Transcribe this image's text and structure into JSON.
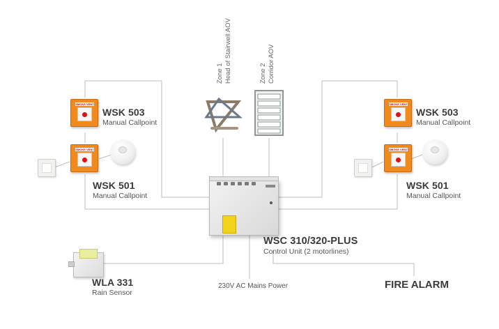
{
  "left": {
    "wsk503": {
      "title": "WSK 503",
      "sub": "Manual Callpoint"
    },
    "wsk501": {
      "title": "WSK 501",
      "sub": "Manual Callpoint"
    }
  },
  "right": {
    "wsk503": {
      "title": "WSK 503",
      "sub": "Manual Callpoint"
    },
    "wsk501": {
      "title": "WSK 501",
      "sub": "Manual Callpoint"
    }
  },
  "zone1": {
    "line1": "Zone 1",
    "line2": "Head of Stairwell AOV"
  },
  "zone2": {
    "line1": "Zone 2",
    "line2": "Corridor AOV"
  },
  "control": {
    "title": "WSC 310/320-PLUS",
    "sub": "Control Unit (2 motorlines)"
  },
  "rain": {
    "title": "WLA 331",
    "sub": "Rain Sensor"
  },
  "mains": {
    "label": "230V AC Mains Power"
  },
  "fire": {
    "label": "FIRE ALARM"
  },
  "callpoint_header": "SMOKE VENT",
  "colors": {
    "callpoint": "#f08a1e",
    "line": "#bdbdbd"
  },
  "icons": [
    "roof-vent-icon",
    "louvre-vent-icon",
    "callpoint-icon",
    "smoke-detector-icon",
    "wall-switch-icon",
    "control-unit-icon",
    "rain-sensor-icon"
  ]
}
